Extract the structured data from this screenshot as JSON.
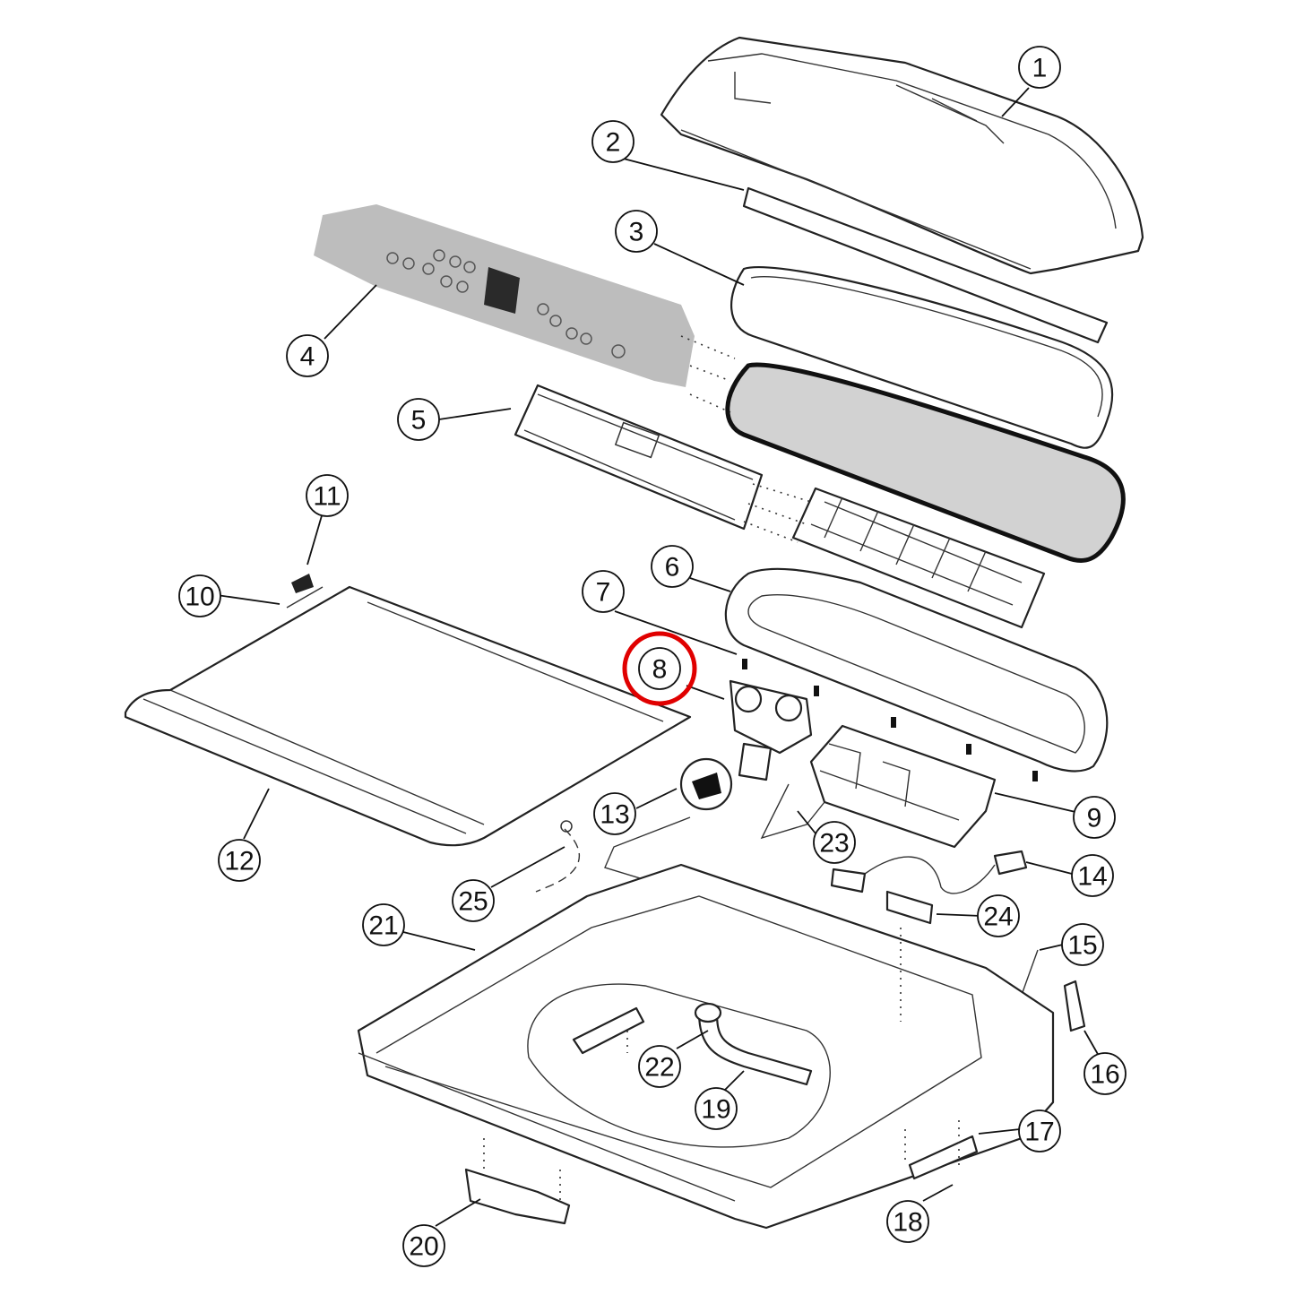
{
  "callouts": [
    {
      "label": "1"
    },
    {
      "label": "2"
    },
    {
      "label": "3"
    },
    {
      "label": "4"
    },
    {
      "label": "5"
    },
    {
      "label": "6"
    },
    {
      "label": "7"
    },
    {
      "label": "8"
    },
    {
      "label": "9"
    },
    {
      "label": "10"
    },
    {
      "label": "11"
    },
    {
      "label": "12"
    },
    {
      "label": "13"
    },
    {
      "label": "14"
    },
    {
      "label": "15"
    },
    {
      "label": "16"
    },
    {
      "label": "17"
    },
    {
      "label": "18"
    },
    {
      "label": "19"
    },
    {
      "label": "20"
    },
    {
      "label": "21"
    },
    {
      "label": "22"
    },
    {
      "label": "23"
    },
    {
      "label": "24"
    },
    {
      "label": "25"
    }
  ],
  "highlight": {
    "label": "8",
    "color": "#e00000"
  },
  "colors": {
    "line": "#222222",
    "panel_grey": "#bdbdbd",
    "dark": "#2a2a2a"
  }
}
